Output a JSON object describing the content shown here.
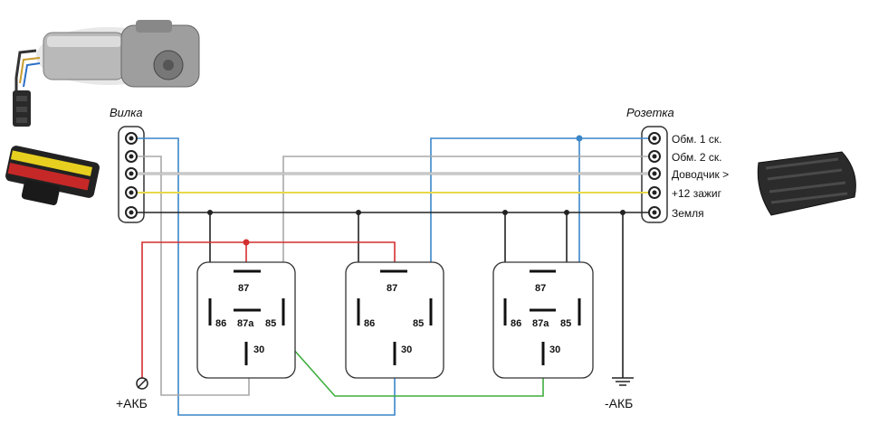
{
  "connectors": {
    "plug_label": "Вилка",
    "socket_label": "Розетка"
  },
  "wires": {
    "winding_1": "Обм. 1 ск.",
    "winding_2": "Обм. 2 ск.",
    "closer": "Доводчик >",
    "ignition": "+12 зажиг",
    "ground": "Земля"
  },
  "power": {
    "battery_plus": "+АКБ",
    "battery_minus": "-АКБ"
  },
  "relays": [
    {
      "top": "87",
      "left": "86",
      "mid": "87a",
      "right": "85",
      "bottom": "30"
    },
    {
      "top": "87",
      "left": "86",
      "right": "85",
      "bottom": "30"
    },
    {
      "top": "87",
      "left": "86",
      "mid": "87a",
      "right": "85",
      "bottom": "30"
    }
  ],
  "colors": {
    "blue": "#3a86c8",
    "gray": "#a8a8a8",
    "yellow": "#e6d84a",
    "black": "#222222",
    "red": "#d32f2f",
    "green": "#3fae3f"
  }
}
